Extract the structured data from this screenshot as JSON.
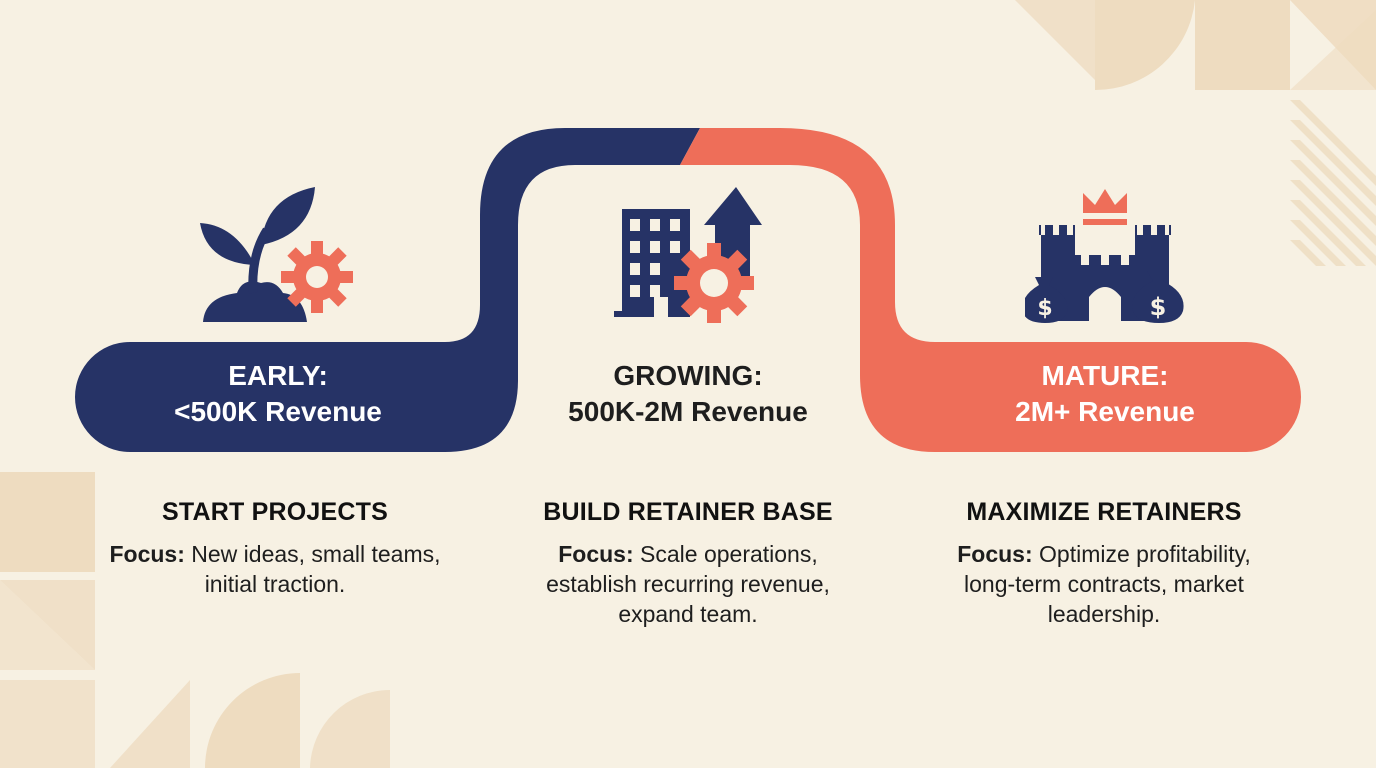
{
  "colors": {
    "background": "#f7f1e3",
    "navy": "#263366",
    "coral": "#ee6e59",
    "deco": "#eedcc0"
  },
  "stages": [
    {
      "label_line1": "EARLY:",
      "label_line2": "<500K Revenue",
      "icon": "sprout-gear-icon",
      "title": "START PROJECTS",
      "focus_label": "Focus:",
      "focus_text": " New ideas, small teams, initial traction."
    },
    {
      "label_line1": "GROWING:",
      "label_line2": "500K-2M Revenue",
      "icon": "building-growth-gear-icon",
      "title": "BUILD RETAINER BASE",
      "focus_label": "Focus:",
      "focus_text": " Scale operations, establish recurring revenue, expand team."
    },
    {
      "label_line1": "MATURE:",
      "label_line2": "2M+ Revenue",
      "icon": "castle-crown-money-icon",
      "title": "MAXIMIZE RETAINERS",
      "focus_label": "Focus:",
      "focus_text": " Optimize profitability, long-term contracts, market leadership."
    }
  ]
}
